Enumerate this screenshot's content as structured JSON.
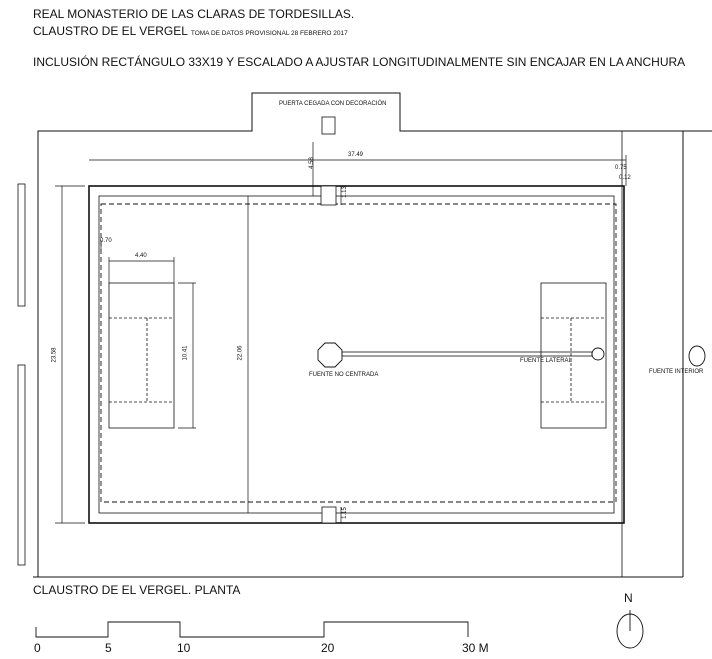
{
  "header": {
    "title_line1": "REAL MONASTERIO DE LAS CLARAS DE TORDESILLAS.",
    "title_line2": "CLAUSTRO DE EL VERGEL",
    "survey_note": "TOMA DE DATOS PROVISIONAL 28 FEBRERO 2017",
    "subtitle": "INCLUSIÓN RECTÁNGULO 33X19 Y ESCALADO A AJUSTAR LONGITUDINALMENTE   SIN ENCAJAR EN LA ANCHURA"
  },
  "labels": {
    "blind_door": "PUERTA CEGADA CON DECORACIÓN",
    "fountain_off_center": "FUENTE NO CENTRADA",
    "fountain_lateral": "FUENTE LATERAL",
    "fountain_interior": "FUENTE INTERIOR"
  },
  "dimensions": {
    "total_length": "37.49",
    "offset_top": "4.58",
    "door_depth_top": "1.13",
    "door_depth_bottom": "1.15",
    "wall_a": "0.75",
    "wall_b": "0.12",
    "margin_left": "0.70",
    "bed_width": "4.40",
    "bed_length": "10.41",
    "inner_width": "22.06",
    "outer_width": "23.58"
  },
  "plan_title": "CLAUSTRO DE EL VERGEL.  PLANTA",
  "north_label": "N",
  "scale_bar": {
    "ticks": [
      "0",
      "5",
      "10",
      "20"
    ],
    "last": "30 M"
  }
}
